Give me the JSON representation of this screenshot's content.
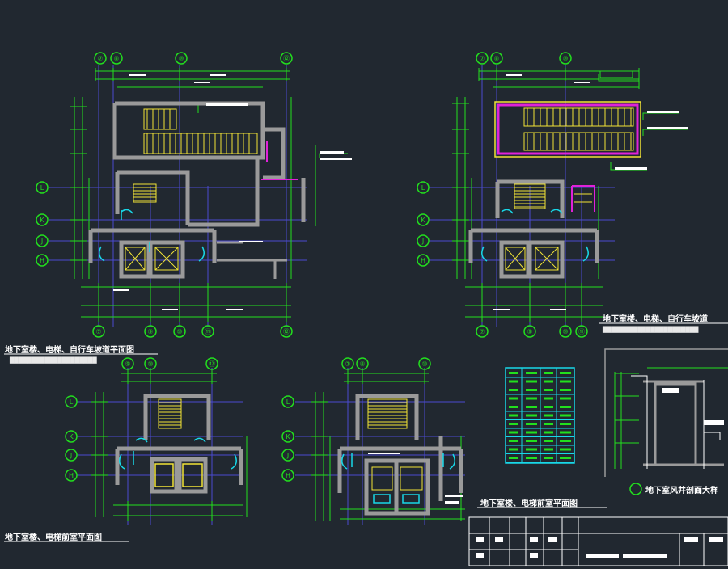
{
  "colors": {
    "background": "#212830",
    "dimension": "#22e01e",
    "wall": "#9a9a9a",
    "stair": "#f2e436",
    "grid_axis": "#4a4ad0",
    "cyan": "#18d8e8",
    "magenta": "#e022d8",
    "label": "#ffffff"
  },
  "drawings": {
    "top_left_axes_top": [
      "⑦",
      "⑧",
      "⑩",
      "⑫"
    ],
    "top_left_axes_left": [
      "L",
      "K",
      "J",
      "H"
    ],
    "top_left_axes_bottom": [
      "⑦",
      "⑨",
      "⑩",
      "⑪",
      "⑫"
    ],
    "top_right_axes_top": [
      "⑦",
      "⑧",
      "⑩"
    ],
    "top_right_axes_left": [
      "L",
      "K",
      "J",
      "H"
    ],
    "top_right_axes_bottom": [
      "⑦",
      "⑨",
      "⑩",
      "⑪"
    ],
    "bottom_left_axes_top": [
      "⑨",
      "⑩",
      "⑫"
    ],
    "bottom_left_axes_left": [
      "L",
      "K",
      "J",
      "H"
    ],
    "bottom_mid_axes_top": [
      "⑦",
      "⑧",
      "⑩"
    ],
    "bottom_mid_axes_left": [
      "L",
      "K",
      "J",
      "H"
    ]
  },
  "captions": {
    "top_left_title": "地下室楼、电梯、自行车坡道平面图",
    "top_right_title": "地下室楼、电梯、自行车坡道",
    "bottom_left_title": "地下室楼、电梯前室平面图",
    "bottom_mid_title": "地下室楼、电梯前室平面图",
    "right_detail_title": "地下室风井剖面大样"
  },
  "title_block": {
    "rows": 3
  }
}
